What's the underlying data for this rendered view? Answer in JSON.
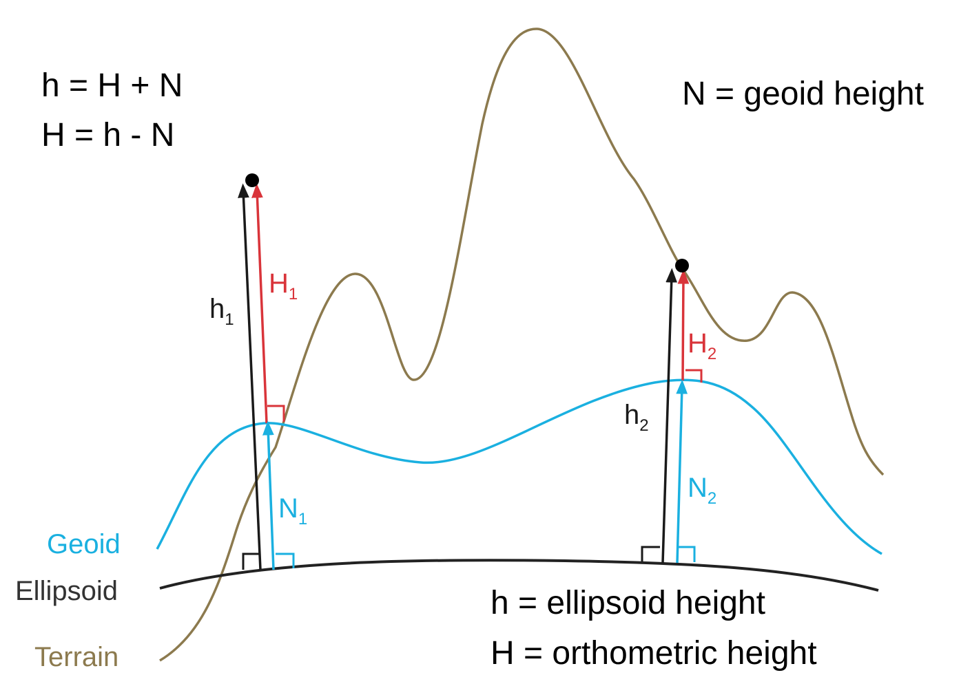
{
  "equations": {
    "line1": "h = H + N",
    "line2": "H = h - N",
    "geoid_def": "N = geoid height",
    "ellipsoid_def": "h = ellipsoid height",
    "ortho_def": "H = orthometric height"
  },
  "legend": {
    "geoid": "Geoid",
    "ellipsoid": "Ellipsoid",
    "terrain": "Terrain"
  },
  "station1": {
    "h": "h",
    "H": "H",
    "N": "N",
    "sub": "1"
  },
  "station2": {
    "h": "h",
    "H": "H",
    "N": "N",
    "sub": "2"
  },
  "colors": {
    "geoid": "#1ab0e0",
    "ellipsoid": "#222222",
    "terrain": "#8c7a4e",
    "orthometric": "#d9343a",
    "ellipsoid_height": "#1a1a1a"
  }
}
